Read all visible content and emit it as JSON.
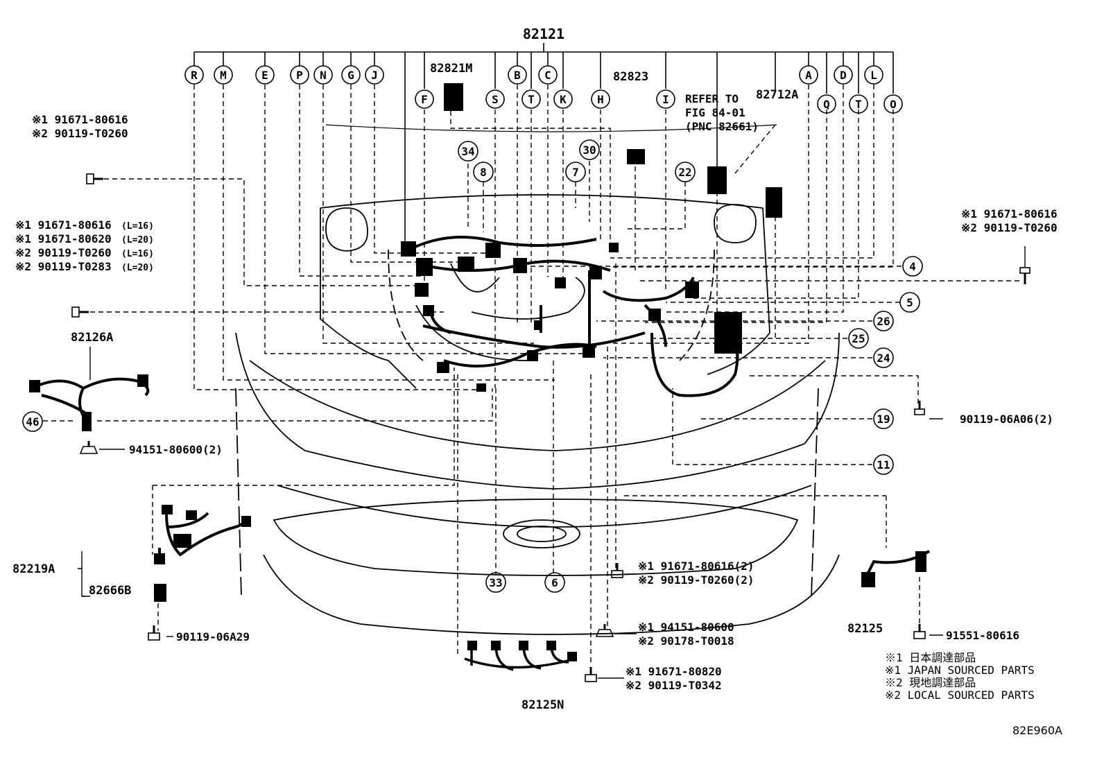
{
  "diagram": {
    "main_part": "82121",
    "top_letters": [
      "R",
      "M",
      "E",
      "P",
      "N",
      "G",
      "J",
      "B",
      "C",
      "A",
      "D",
      "L"
    ],
    "second_letters": [
      "F",
      "S",
      "T",
      "K",
      "H",
      "I",
      "Q",
      "T",
      "O"
    ],
    "parts": {
      "p82821M": "82821M",
      "p82823": "82823",
      "p82712A": "82712A",
      "p82126A": "82126A",
      "p82219A": "82219A",
      "p82666B": "82666B",
      "p82125N": "82125N",
      "p82125": "82125"
    },
    "refer": [
      "REFER TO",
      "FIG 84-01",
      "(PNC 82661)"
    ],
    "callouts": [
      "34",
      "8",
      "30",
      "7",
      "22",
      "4",
      "5",
      "26",
      "25",
      "24",
      "19",
      "11",
      "46",
      "33",
      "6"
    ],
    "bolt_notes": {
      "top_left_1": "※1 91671-80616",
      "top_left_2": "※2 90119-T0260",
      "left_1": "※1 91671-80616",
      "left_1_len": "(L=16)",
      "left_2": "※1 91671-80620",
      "left_2_len": "(L=20)",
      "left_3": "※2 90119-T0260",
      "left_3_len": "(L=16)",
      "left_4": "※2 90119-T0283",
      "left_4_len": "(L=20)",
      "right_1": "※1 91671-80616",
      "right_2": "※2 90119-T0260",
      "right_mid": "90119-06A06(2)",
      "clip_46": "94151-80600(2)",
      "bottom_left": "90119-06A29",
      "center_1": "※1 91671-80616(2)",
      "center_2": "※2 90119-T0260(2)",
      "center_3": "※1 94151-80600",
      "center_4": "※2 90178-T0018",
      "center_5": "※1 91671-80820",
      "center_6": "※2 90119-T0342",
      "bottom_right": "91551-80616"
    },
    "legend": [
      "※1 日本調達部品",
      "※1 JAPAN SOURCED PARTS",
      "※2 現地調達部品",
      "※2 LOCAL SOURCED PARTS"
    ],
    "figure_code": "82E960A"
  }
}
